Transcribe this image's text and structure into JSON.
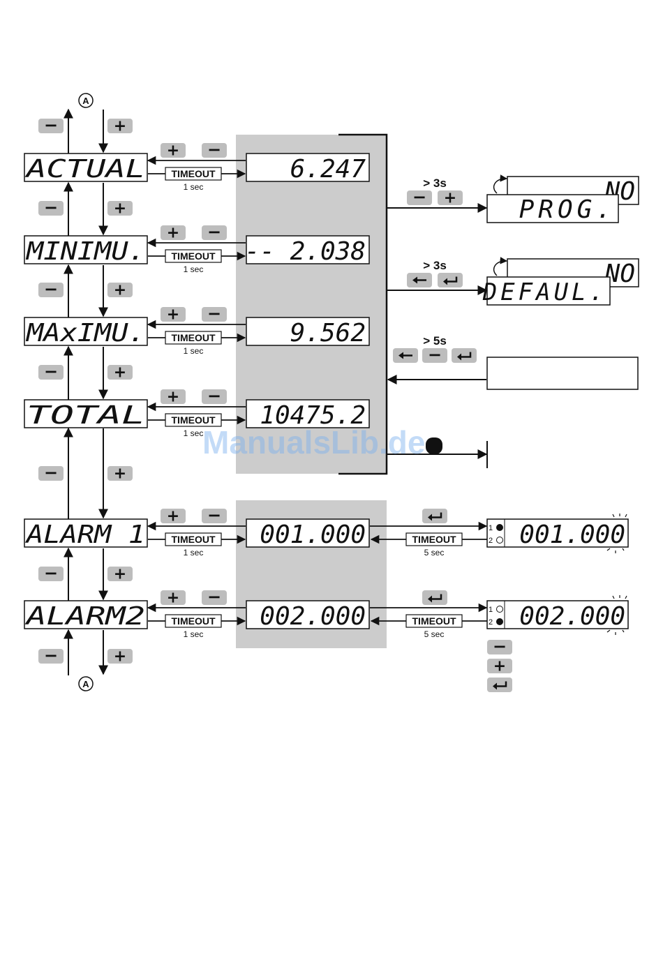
{
  "menu": [
    {
      "label": "ACTUAL",
      "value": "6.247",
      "timeout": "TIMEOUT",
      "delay": "1 sec"
    },
    {
      "label": "MINIMU.",
      "value": "-- 2.038",
      "timeout": "TIMEOUT",
      "delay": "1 sec"
    },
    {
      "label": "MAxIMU.",
      "value": "9.562",
      "timeout": "TIMEOUT",
      "delay": "1 sec"
    },
    {
      "label": "TOTAL",
      "value": "10475.2",
      "timeout": "TIMEOUT",
      "delay": "1 sec"
    },
    {
      "label": "ALARM 1",
      "value": "001.000",
      "timeout": "TIMEOUT",
      "delay": "1 sec"
    },
    {
      "label": "ALARM2",
      "value": "002.000",
      "timeout": "TIMEOUT",
      "delay": "1 sec"
    }
  ],
  "connector": "A",
  "actions": [
    {
      "hold": "> 3s",
      "back_value": "NO",
      "front_value": "PROG."
    },
    {
      "hold": "> 3s",
      "back_value": "NO",
      "front_value": "DEFAUL."
    },
    {
      "hold": "> 5s"
    }
  ],
  "alarm_edit": [
    {
      "timeout": "TIMEOUT",
      "delay": "5 sec",
      "value": "001.000",
      "led1": "1",
      "led2": "2"
    },
    {
      "timeout": "TIMEOUT",
      "delay": "5 sec",
      "value": "002.000",
      "led1": "1",
      "led2": "2"
    }
  ],
  "watermark": "ManualsLib.de",
  "icons": {
    "minus": "−",
    "plus": "+",
    "enter": "enter-icon",
    "left": "left-arrow-icon"
  },
  "colors": {
    "panel": "#cccccc",
    "button": "#bdbdbd",
    "watermark": "#7ab0ee"
  }
}
